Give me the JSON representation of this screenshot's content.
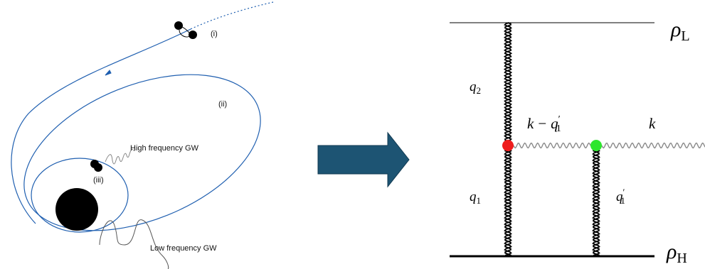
{
  "left_panel": {
    "stage_i": "(i)",
    "stage_ii": "(ii)",
    "stage_iii": "(iii)",
    "high_freq_label": "High frequency GW",
    "low_freq_label": "Low frequency GW",
    "orbit_color": "#1f5fb0"
  },
  "arrow": {
    "fill": "#1d5473",
    "stroke": "#123a52",
    "direction": "right"
  },
  "feynman": {
    "rho_L": {
      "base": "ρ",
      "sub": "L"
    },
    "rho_H": {
      "base": "ρ",
      "sub": "H"
    },
    "q2": {
      "base": "q",
      "sub": "2"
    },
    "q1": {
      "base": "q",
      "sub": "1"
    },
    "q1_prime": {
      "base": "q",
      "prime": "′",
      "sub": "1"
    },
    "k_minus_q1p": {
      "k": "k",
      "minus": "−",
      "base": "q",
      "prime": "′",
      "sub": "1"
    },
    "k": "k",
    "red_vertex_color": "#ee1c1c",
    "green_vertex_color": "#2ee62e"
  }
}
